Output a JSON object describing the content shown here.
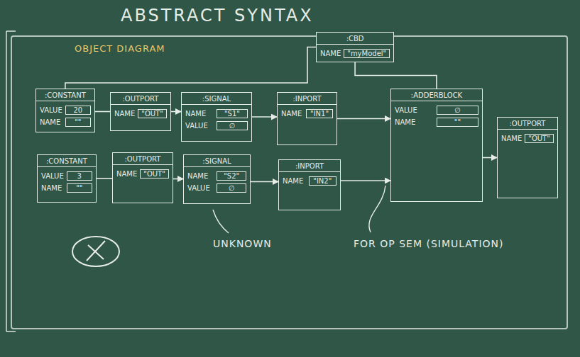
{
  "diagram": {
    "title": "ABSTRACT SYNTAX",
    "nodes": [
      {
        "text": [
          "OBJECT DIAGRAM"
        ]
      },
      {
        "text": [
          ":CBD",
          "NAME",
          "\"myModel\""
        ],
        "in": 0
      },
      {
        "text": [
          ":CONSTANT",
          "VALUE",
          "20",
          "NAME",
          "\"\""
        ],
        "in": 0
      },
      {
        "text": [
          ":OUTPORT",
          "NAME",
          "\"OUT\""
        ],
        "in": 0
      },
      {
        "text": [
          ":SIGNAL",
          "NAME",
          "\"S1\"",
          "VALUE",
          "∅"
        ],
        "in": 0
      },
      {
        "text": [
          ":INPORT",
          "NAME",
          "\"IN1\""
        ],
        "in": 0
      },
      {
        "text": [
          ":ADDERBLOCK",
          "VALUE",
          "∅",
          "NAME",
          "\"\""
        ],
        "in": 0
      },
      {
        "text": [
          ":OUTPORT",
          "NAME",
          "\"OUT\""
        ],
        "in": 0
      },
      {
        "text": [
          ":CONSTANT",
          "VALUE",
          "3",
          "NAME",
          "\"\""
        ],
        "in": 0
      },
      {
        "text": [
          ":OUTPORT",
          "NAME",
          "\"OUT\""
        ],
        "in": 0
      },
      {
        "text": [
          ":SIGNAL",
          "NAME",
          "\"S2\"",
          "VALUE",
          "∅"
        ],
        "in": 0
      },
      {
        "text": [
          ":INPORT",
          "NAME",
          "\"IN2\""
        ],
        "in": 0
      }
    ],
    "edges": [
      {
        "from": 2,
        "to": 3,
        "arrow": "none"
      },
      {
        "from": 3,
        "to": 4,
        "arrow": "to"
      },
      {
        "from": 4,
        "to": 5,
        "arrow": "to"
      },
      {
        "from": 5,
        "to": 6,
        "arrow": "to"
      },
      {
        "from": 6,
        "to": 7,
        "arrow": "to"
      },
      {
        "from": 8,
        "to": 9,
        "arrow": "none"
      },
      {
        "from": 9,
        "to": 10,
        "arrow": "to"
      },
      {
        "from": 10,
        "to": 11,
        "arrow": "to"
      },
      {
        "from": 11,
        "to": 6,
        "arrow": "to"
      },
      {
        "from": 1,
        "to": 2,
        "arrow": "none"
      },
      {
        "from": 1,
        "to": 6,
        "arrow": "none"
      }
    ],
    "labels": [
      "UNKNOWN",
      "FOR OP SEM (SIMULATION)"
    ]
  }
}
